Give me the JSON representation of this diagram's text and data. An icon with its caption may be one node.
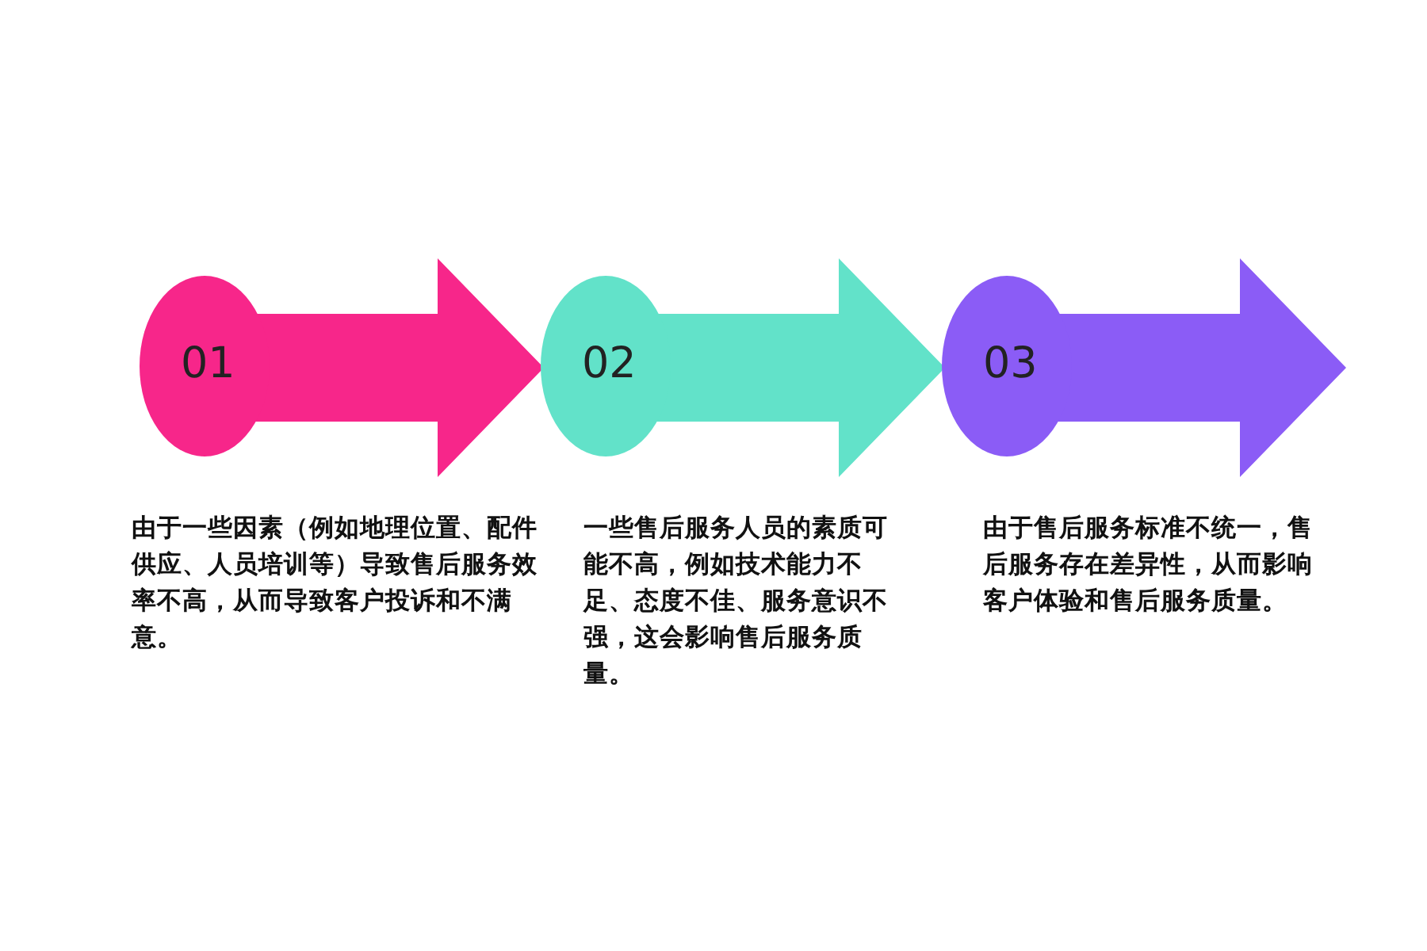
{
  "diagram": {
    "nodes": [
      {
        "text": [
          "01"
        ],
        "beside": [
          "由于一些因素（例如地理位置、配件供应、人员培训等）导致售后服务效率不高，从而导致客户投诉和不满意。"
        ]
      },
      {
        "text": [
          "02"
        ],
        "beside": [
          "一些售后服务人员的素质可能不高，例如技术能力不足、态度不佳、服务意识不强，这会影响售后服务质量。"
        ]
      },
      {
        "text": [
          "03"
        ],
        "beside": [
          "由于售后服务标准不统一，售后服务存在差异性，从而影响客户体验和售后服务质量。"
        ]
      }
    ]
  }
}
